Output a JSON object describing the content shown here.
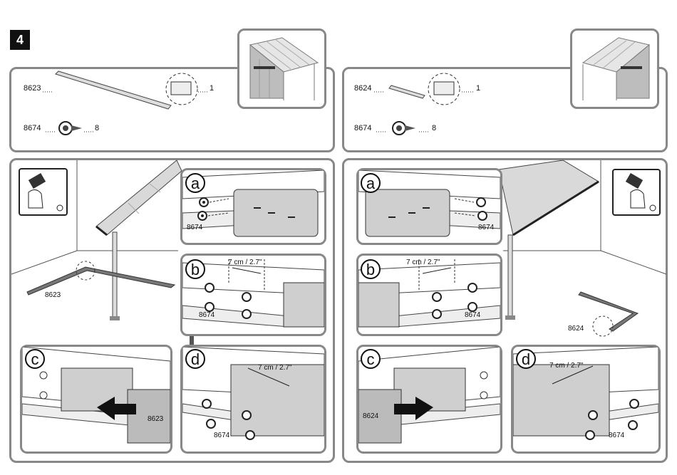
{
  "step_number": "4",
  "left": {
    "parts": [
      {
        "code": "8623",
        "qty": "1"
      },
      {
        "code": "8674",
        "qty": "8"
      }
    ],
    "drawing_labels": {
      "floor_part": "8623",
      "a_screw": "8674",
      "b_screw": "8674",
      "c_part": "8623",
      "d_screw": "8674"
    },
    "measure": "7 cm /  2.7\""
  },
  "right": {
    "parts": [
      {
        "code": "8624",
        "qty": "1"
      },
      {
        "code": "8674",
        "qty": "8"
      }
    ],
    "drawing_labels": {
      "floor_part": "8624",
      "a_screw": "8674",
      "b_screw": "8674",
      "c_part": "8624",
      "d_screw": "8674"
    },
    "measure": "7 cm /  2.7\""
  },
  "sub_steps": [
    "a",
    "b",
    "c",
    "d"
  ],
  "icons": [
    "drill-icon",
    "screw-icon",
    "pergola-thumbnail",
    "arrow-icon"
  ]
}
